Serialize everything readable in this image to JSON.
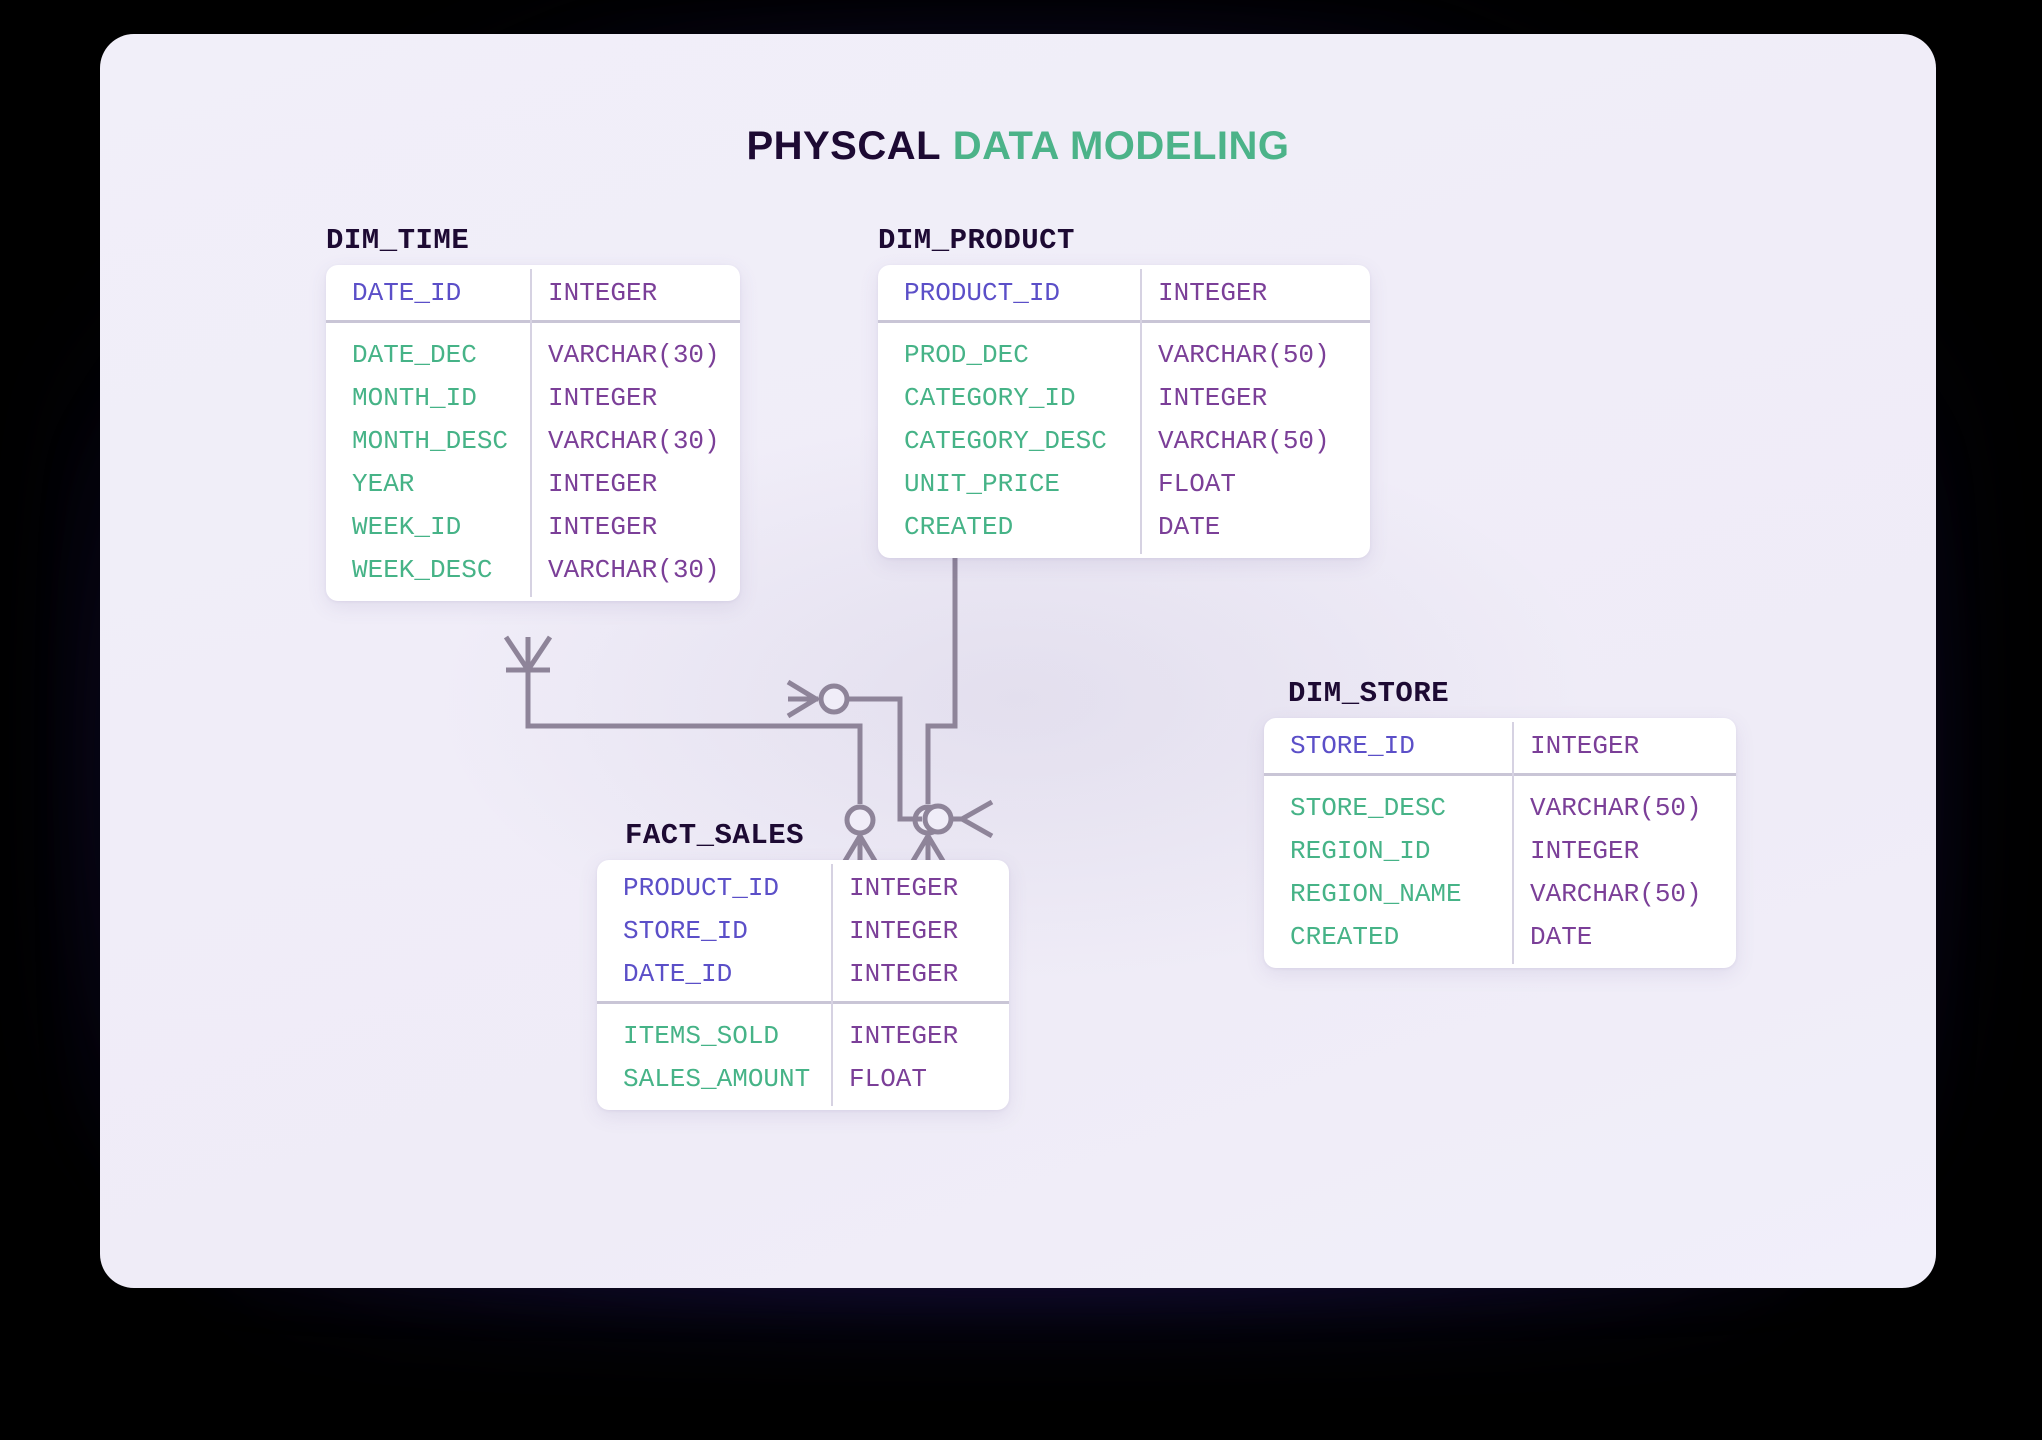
{
  "title": {
    "part1": "PHYSCAL",
    "part2": "DATA MODELING"
  },
  "colors": {
    "canvas_bg": "#f0edf8",
    "outer_bg": "#000000",
    "title_dark": "#1d0a33",
    "title_green": "#4cb389",
    "key_column": "#5b4fc8",
    "attribute_column": "#46b387",
    "type_column": "#7b3f98",
    "card_bg": "#ffffff",
    "connector": "#8e8499",
    "divider": "#c9c5d6"
  },
  "entities": [
    {
      "id": "dim_time",
      "name": "DIM_TIME",
      "keys": [
        {
          "name": "DATE_ID",
          "type": "INTEGER"
        }
      ],
      "attributes": [
        {
          "name": "DATE_DEC",
          "type": "VARCHAR(30)"
        },
        {
          "name": "MONTH_ID",
          "type": "INTEGER"
        },
        {
          "name": "MONTH_DESC",
          "type": "VARCHAR(30)"
        },
        {
          "name": "YEAR",
          "type": "INTEGER"
        },
        {
          "name": "WEEK_ID",
          "type": "INTEGER"
        },
        {
          "name": "WEEK_DESC",
          "type": "VARCHAR(30)"
        }
      ]
    },
    {
      "id": "dim_product",
      "name": "DIM_PRODUCT",
      "keys": [
        {
          "name": "PRODUCT_ID",
          "type": "INTEGER"
        }
      ],
      "attributes": [
        {
          "name": "PROD_DEC",
          "type": "VARCHAR(50)"
        },
        {
          "name": "CATEGORY_ID",
          "type": "INTEGER"
        },
        {
          "name": "CATEGORY_DESC",
          "type": "VARCHAR(50)"
        },
        {
          "name": "UNIT_PRICE",
          "type": "FLOAT"
        },
        {
          "name": "CREATED",
          "type": "DATE"
        }
      ]
    },
    {
      "id": "fact_sales",
      "name": "FACT_SALES",
      "keys": [
        {
          "name": "PRODUCT_ID",
          "type": "INTEGER"
        },
        {
          "name": "STORE_ID",
          "type": "INTEGER"
        },
        {
          "name": "DATE_ID",
          "type": "INTEGER"
        }
      ],
      "attributes": [
        {
          "name": "ITEMS_SOLD",
          "type": "INTEGER"
        },
        {
          "name": "SALES_AMOUNT",
          "type": "FLOAT"
        }
      ]
    },
    {
      "id": "dim_store",
      "name": "DIM_STORE",
      "keys": [
        {
          "name": "STORE_ID",
          "type": "INTEGER"
        }
      ],
      "attributes": [
        {
          "name": "STORE_DESC",
          "type": "VARCHAR(50)"
        },
        {
          "name": "REGION_ID",
          "type": "INTEGER"
        },
        {
          "name": "REGION_NAME",
          "type": "VARCHAR(50)"
        },
        {
          "name": "CREATED",
          "type": "DATE"
        }
      ]
    }
  ],
  "relationships": [
    {
      "id": "rel-time-fact",
      "from": "DIM_TIME",
      "to": "FACT_SALES",
      "from_cardinality": "one-mandatory",
      "to_cardinality": "zero-or-many"
    },
    {
      "id": "rel-product-fact",
      "from": "DIM_PRODUCT",
      "to": "FACT_SALES",
      "from_cardinality": "zero-or-many",
      "to_cardinality": "zero-or-many"
    },
    {
      "id": "rel-fact-store",
      "from": "FACT_SALES",
      "to": "DIM_STORE",
      "from_cardinality": "zero-or-many",
      "to_cardinality": "zero-or-many"
    }
  ]
}
